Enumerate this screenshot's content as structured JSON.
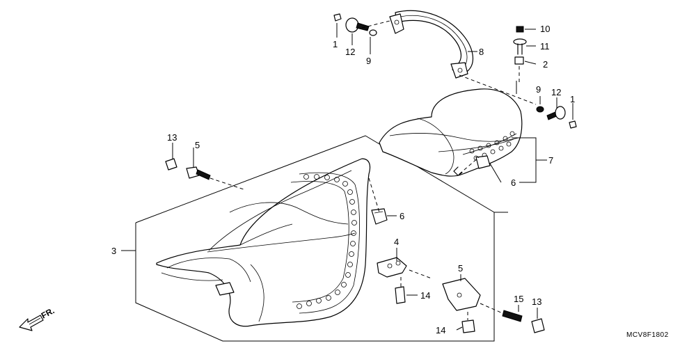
{
  "labels": {
    "p1a": "1",
    "p1b": "1",
    "p2": "2",
    "p3": "3",
    "p4": "4",
    "p5a": "5",
    "p5b": "5",
    "p6a": "6",
    "p6b": "6",
    "p7": "7",
    "p8": "8",
    "p9a": "9",
    "p9b": "9",
    "p10": "10",
    "p11": "11",
    "p12a": "12",
    "p12b": "12",
    "p13a": "13",
    "p13b": "13",
    "p14a": "14",
    "p14b": "14",
    "p15": "15"
  },
  "front_marker": "FR.",
  "diagram_code": "MCV8F1802"
}
